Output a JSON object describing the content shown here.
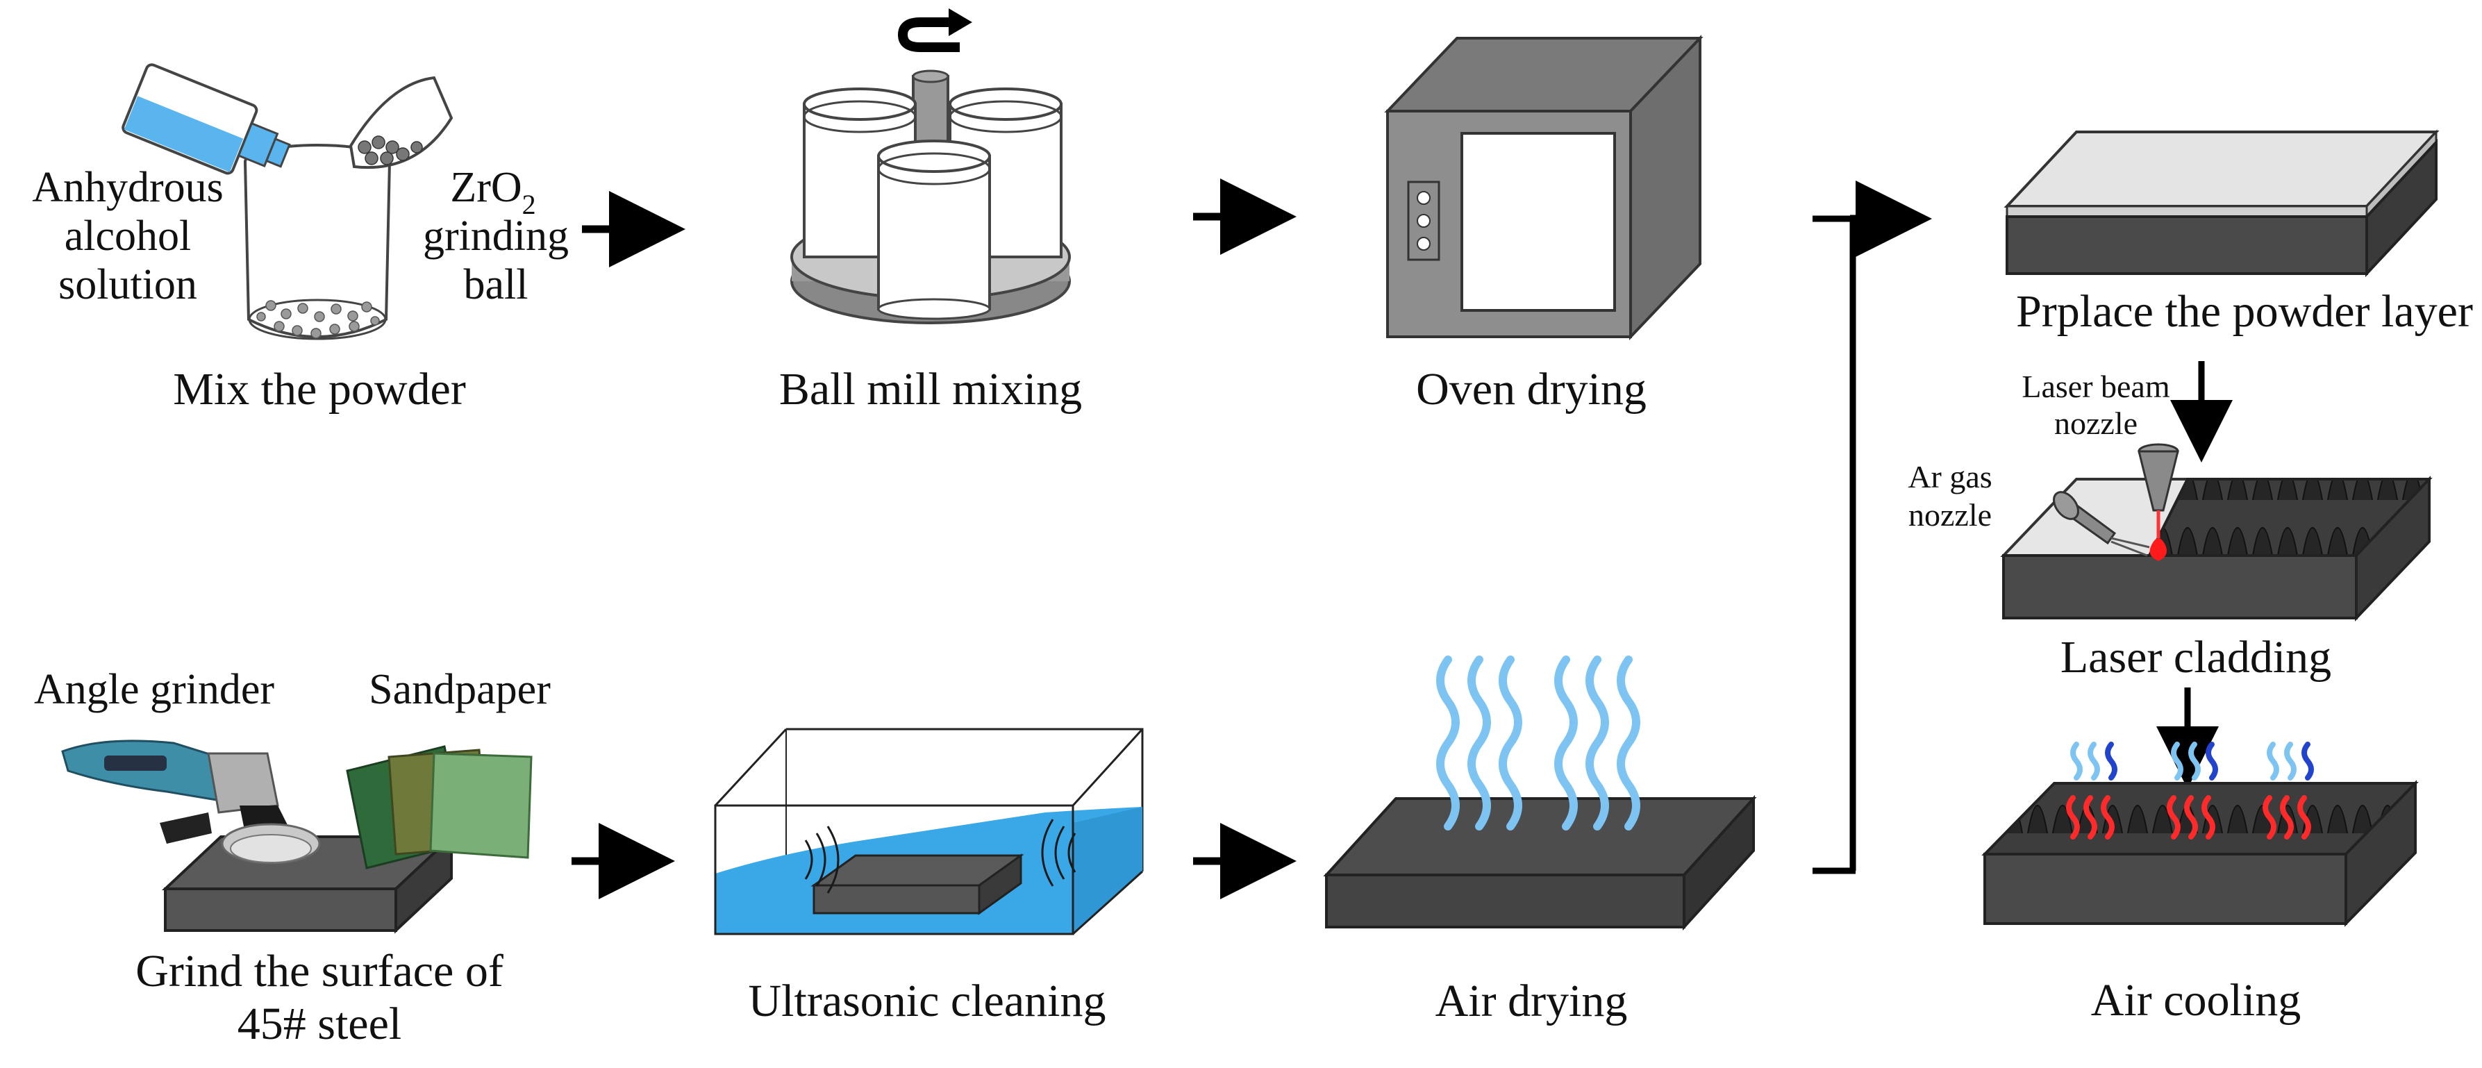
{
  "colors": {
    "steel_top": "#5a5a5a",
    "steel_front": "#4a4a4a",
    "steel_side": "#3a3a3a",
    "water": "#3aa7e6",
    "liquid": "#5ab5ee",
    "heat_wave": "#7ec4f2",
    "melt_pool": "#ff1b1b",
    "oven": "#8e8e8e",
    "arrow": "#000000"
  },
  "top_row": {
    "mix": {
      "caption": "Mix the powder",
      "label_alcohol_1": "Anhydrous",
      "label_alcohol_2": "alcohol",
      "label_alcohol_3": "solution",
      "label_zro2_main": "ZrO",
      "label_zro2_sub": "2",
      "label_zro2_2": "grinding",
      "label_zro2_3": "ball"
    },
    "ballmill": {
      "caption": "Ball mill mixing"
    },
    "oven": {
      "caption": "Oven drying"
    }
  },
  "bottom_row": {
    "grind": {
      "caption_1": "Grind the surface of",
      "caption_2": "45# steel",
      "label_grinder": "Angle grinder",
      "label_sandpaper": "Sandpaper"
    },
    "ultrasonic": {
      "caption": "Ultrasonic cleaning"
    },
    "airdry": {
      "caption": "Air drying"
    }
  },
  "right_col": {
    "preplace": {
      "caption": "Prplace the powder layer"
    },
    "cladding": {
      "caption": "Laser cladding",
      "label_beam_1": "Laser beam",
      "label_beam_2": "nozzle",
      "label_gas_1": "Ar gas",
      "label_gas_2": "nozzle"
    },
    "cooling": {
      "caption": "Air cooling"
    }
  }
}
